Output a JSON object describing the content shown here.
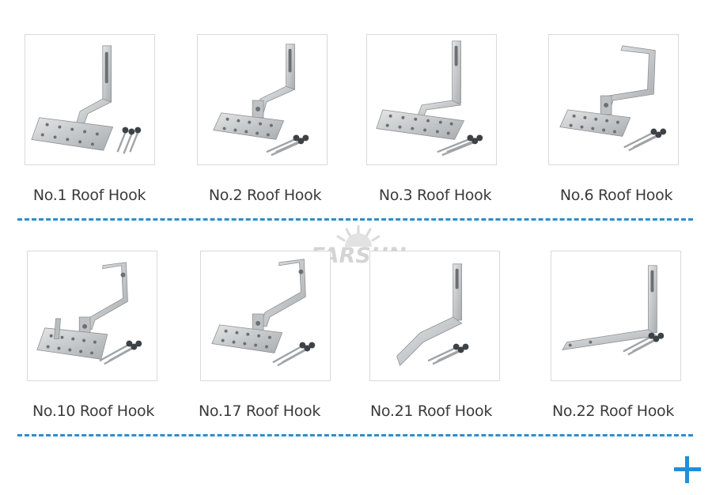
{
  "products": [
    {
      "label": "No.1 Roof Hook"
    },
    {
      "label": "No.2 Roof Hook"
    },
    {
      "label": "No.3 Roof Hook"
    },
    {
      "label": "No.6 Roof Hook"
    },
    {
      "label": "No.10 Roof Hook"
    },
    {
      "label": "No.17 Roof Hook"
    },
    {
      "label": "No.21 Roof Hook"
    },
    {
      "label": "No.22 Roof Hook"
    }
  ],
  "watermark": {
    "text": "FARSUN"
  },
  "colors": {
    "accent": "#2a8fcf",
    "plus": "#1e8fdc",
    "metal": "#c9ccce"
  },
  "icons": {
    "expand": "plus-icon",
    "logo": "sun-logo-icon"
  }
}
